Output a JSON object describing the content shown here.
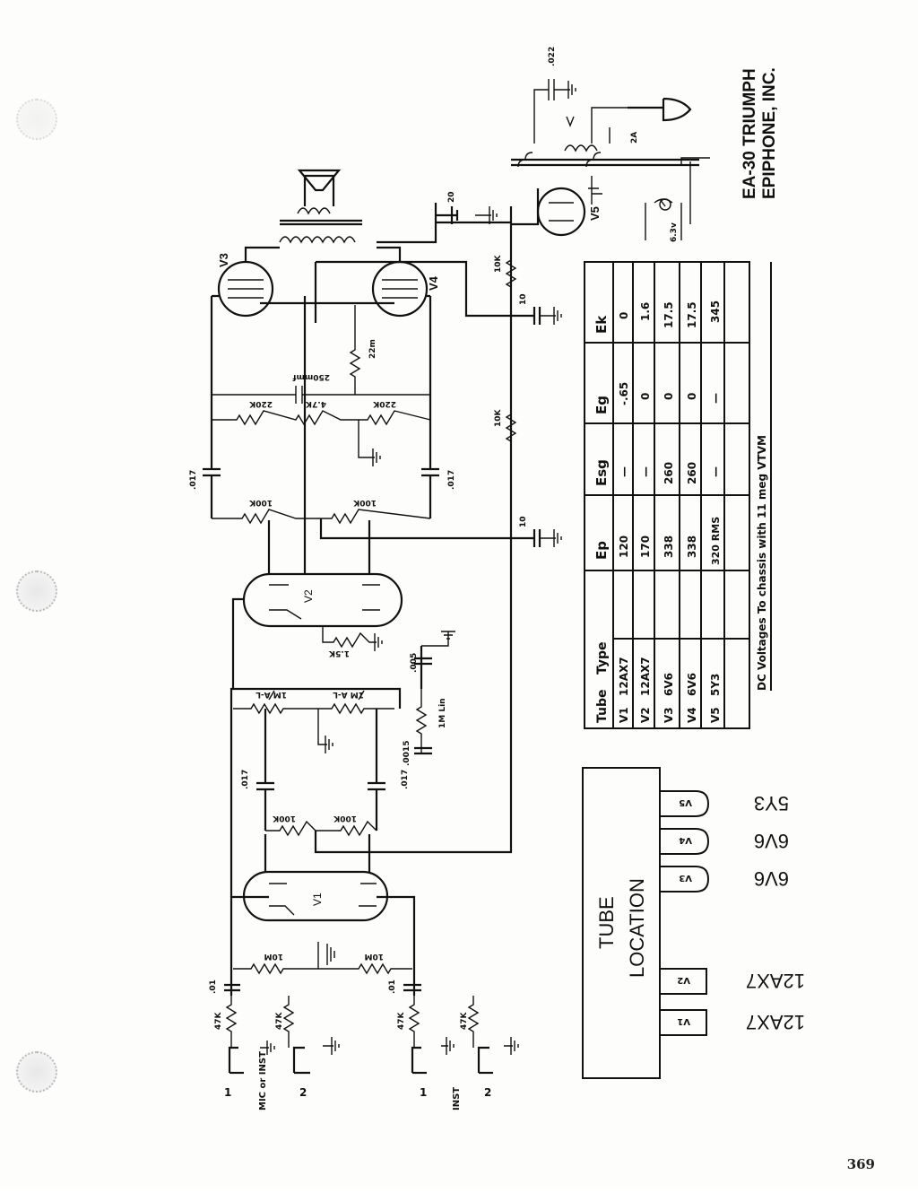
{
  "title": {
    "model": "EA-30 TRIUMPH",
    "company": "EPIPHONE, INC."
  },
  "page_number": "369",
  "tubes": [
    "V1",
    "V2",
    "V3",
    "V4",
    "V5"
  ],
  "inputs": {
    "input1_label": "1",
    "input1_caption": "MIC or INST",
    "input2_label": "2",
    "input2_caption": "INST",
    "input3_label": "1",
    "input4_label": "2"
  },
  "components": {
    "c_in1": ".01",
    "c_in2": ".01",
    "r_in1": "47K",
    "r_in2": "47K",
    "r_in3": "47K",
    "r_in4": "47K",
    "r_grid1": "10M",
    "r_grid2": "10M",
    "r_plate1": "100K",
    "r_plate2": "100K",
    "c_coup1": ".017",
    "c_coup2": ".017",
    "pot1": "1M A-L",
    "pot2": "1M A-L",
    "pot_tone": "1M Lin",
    "c_tone1": ".005",
    "c_tone2": ".0015",
    "r_cath2": "1.5K",
    "r_plate3": "100K",
    "r_plate4": "100K",
    "c_coup3": ".017",
    "c_coup4": ".017",
    "r_pi1": "220K",
    "r_pi2": "4.7K",
    "r_pi3": "220K",
    "c_fb": "250mmf",
    "r_fb": "22m",
    "r_drop1": "10K",
    "r_drop2": "10K",
    "c_f1": "10",
    "c_f2": "10",
    "c_f3": "20",
    "c_line": ".022",
    "fuse": "2A",
    "heater": "6.3v"
  },
  "table": {
    "headers": [
      "Tube",
      "Type",
      "Ep",
      "Esg",
      "Eg",
      "Ek"
    ],
    "rows": [
      [
        "V1",
        "12AX7",
        "120",
        "—",
        "-.65",
        "0"
      ],
      [
        "V2",
        "12AX7",
        "170",
        "—",
        "0",
        "1.6"
      ],
      [
        "V3",
        "6V6",
        "338",
        "260",
        "0",
        "17.5"
      ],
      [
        "V4",
        "6V6",
        "338",
        "260",
        "0",
        "17.5"
      ],
      [
        "V5",
        "5Y3",
        "320 RMS",
        "—",
        "—",
        "345"
      ]
    ],
    "footnote": "DC Voltages To chassis with 11 meg VTVM"
  },
  "tube_location": {
    "title": "TUBE",
    "subtitle": "LOCATION",
    "sockets": [
      {
        "id": "V1",
        "type": "12AX7"
      },
      {
        "id": "V2",
        "type": "12AX7"
      },
      {
        "id": "V3",
        "type": "6V6"
      },
      {
        "id": "V4",
        "type": "6V6"
      },
      {
        "id": "V5",
        "type": "5Y3"
      }
    ]
  }
}
